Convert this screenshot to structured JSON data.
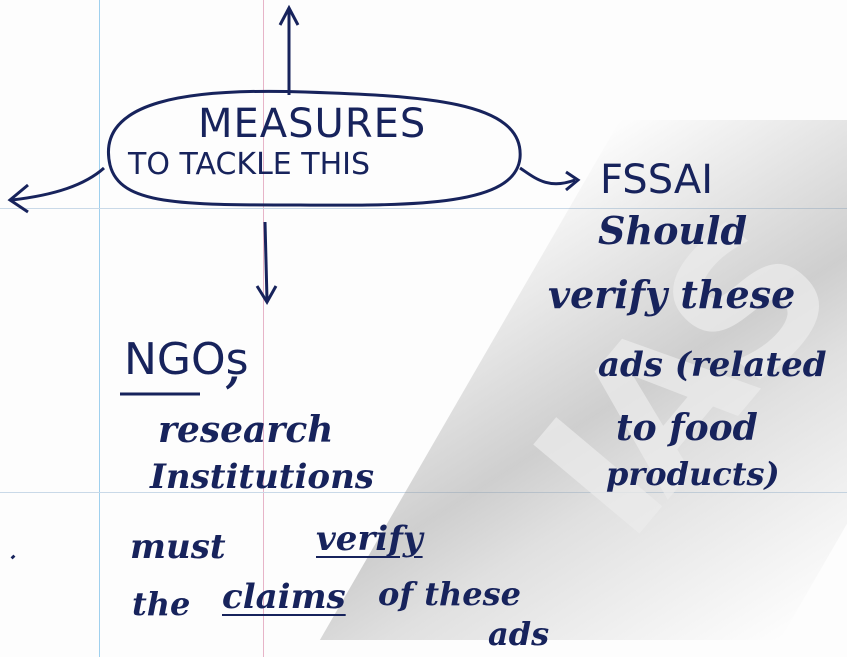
{
  "center": {
    "line1": "MEASURES",
    "line2": "TO TACKLE THIS"
  },
  "right": {
    "lines": [
      "FSSAI",
      "Should",
      "verify these",
      "ads (related",
      "to food",
      "products)"
    ]
  },
  "bottom": {
    "ngos": "NGOs",
    "comma": ",",
    "line2": "research",
    "line3": "Institutions",
    "must": "must",
    "verify": "verify",
    "the": "the",
    "claims": "claims",
    "of_these": "of these",
    "ads": "ads"
  },
  "ink_color": "#17235c"
}
